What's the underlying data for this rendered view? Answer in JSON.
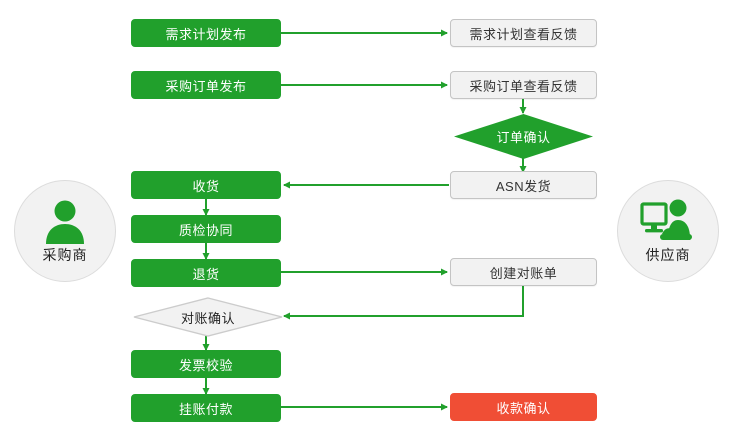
{
  "diagram": {
    "title_left_role": "采购商",
    "title_right_role": "供应商",
    "colors": {
      "green": "#21a02c",
      "grey_fill": "#f2f2f2",
      "grey_border": "#c4c4c4",
      "orange": "#f04e35",
      "edge": "#21a02c",
      "circle_fill": "#f2f2f2"
    },
    "roles": [
      {
        "id": "buyer",
        "label": "采购商",
        "icon": "person-icon"
      },
      {
        "id": "supplier",
        "label": "供应商",
        "icon": "person-at-computer-icon"
      }
    ],
    "nodes": [
      {
        "id": "n1",
        "label": "需求计划发布",
        "shape": "box",
        "style": "green"
      },
      {
        "id": "n2",
        "label": "需求计划查看反馈",
        "shape": "box",
        "style": "grey"
      },
      {
        "id": "n3",
        "label": "采购订单发布",
        "shape": "box",
        "style": "green"
      },
      {
        "id": "n4",
        "label": "采购订单查看反馈",
        "shape": "box",
        "style": "grey"
      },
      {
        "id": "n5",
        "label": "订单确认",
        "shape": "diamond",
        "style": "green"
      },
      {
        "id": "n6",
        "label": "ASN发货",
        "shape": "box",
        "style": "grey"
      },
      {
        "id": "n7",
        "label": "收货",
        "shape": "box",
        "style": "green"
      },
      {
        "id": "n8",
        "label": "质检协同",
        "shape": "box",
        "style": "green"
      },
      {
        "id": "n9",
        "label": "退货",
        "shape": "box",
        "style": "green"
      },
      {
        "id": "n10",
        "label": "创建对账单",
        "shape": "box",
        "style": "grey"
      },
      {
        "id": "n11",
        "label": "对账确认",
        "shape": "diamond",
        "style": "grey"
      },
      {
        "id": "n12",
        "label": "发票校验",
        "shape": "box",
        "style": "green"
      },
      {
        "id": "n13",
        "label": "挂账付款",
        "shape": "box",
        "style": "green"
      },
      {
        "id": "n14",
        "label": "收款确认",
        "shape": "box",
        "style": "orange"
      }
    ],
    "edges": [
      {
        "from": "n1",
        "to": "n2",
        "direction": "right"
      },
      {
        "from": "n3",
        "to": "n4",
        "direction": "right"
      },
      {
        "from": "n4",
        "to": "n5",
        "direction": "down"
      },
      {
        "from": "n5",
        "to": "n6",
        "direction": "down"
      },
      {
        "from": "n6",
        "to": "n7",
        "direction": "left"
      },
      {
        "from": "n7",
        "to": "n8",
        "direction": "down"
      },
      {
        "from": "n8",
        "to": "n9",
        "direction": "down"
      },
      {
        "from": "n9",
        "to": "n10",
        "direction": "right"
      },
      {
        "from": "n10",
        "to": "n11",
        "direction": "down-left"
      },
      {
        "from": "n11",
        "to": "n12",
        "direction": "down"
      },
      {
        "from": "n12",
        "to": "n13",
        "direction": "down"
      },
      {
        "from": "n13",
        "to": "n14",
        "direction": "right"
      }
    ]
  }
}
